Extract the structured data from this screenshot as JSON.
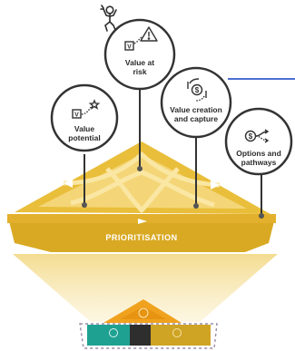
{
  "colors": {
    "gold_dark": "#D9A923",
    "gold": "#E9BE3A",
    "gold_light": "#F4D678",
    "gold_pale": "#F9E7AE",
    "beam_top": "#F3DA8A",
    "circle_stroke": "#333333",
    "connector_line": "#4A6FD0",
    "teal": "#1FA192",
    "orange": "#F0A21E",
    "mini_gold": "#CFA323",
    "dark": "#2E2E2E"
  },
  "bubbles": [
    {
      "id": "value-potential",
      "icon": "v-box-star-icon",
      "lines": [
        "Value",
        "potential"
      ]
    },
    {
      "id": "value-at-risk",
      "icon": "v-box-warning-icon",
      "lines": [
        "Value at",
        "risk"
      ]
    },
    {
      "id": "value-creation",
      "icon": "dollar-cycle-icon",
      "lines": [
        "Value creation",
        "and capture"
      ]
    },
    {
      "id": "options-pathways",
      "icon": "dollar-branch-icon",
      "lines": [
        "Options and",
        "pathways"
      ]
    }
  ],
  "platform": {
    "label": "PRIORITISATION"
  },
  "decor": {
    "figure_icon": "jumping-figure-icon"
  }
}
